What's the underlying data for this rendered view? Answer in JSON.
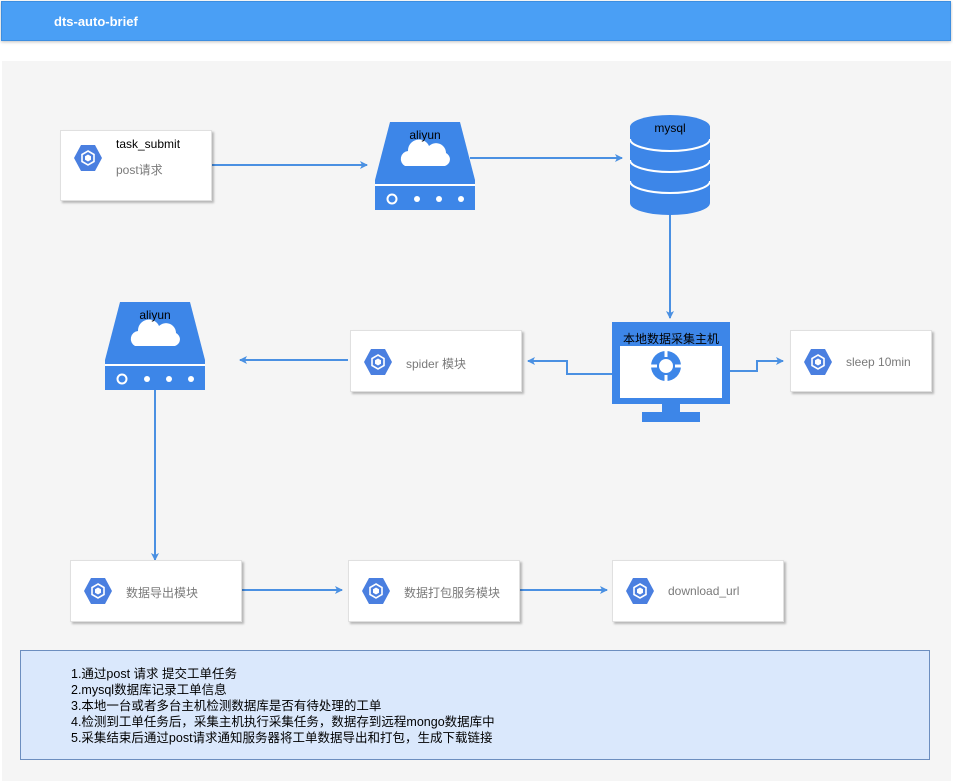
{
  "window": {
    "title": "dts-auto-brief"
  },
  "nodes": {
    "task_submit": {
      "title": "task_submit",
      "subtitle": "post请求"
    },
    "aliyun_top": {
      "label": "aliyun"
    },
    "mysql": {
      "label": "mysql"
    },
    "collector": {
      "label": "本地数据采集主机"
    },
    "aliyun_left": {
      "label": "aliyun"
    },
    "spider": {
      "label": "spider 模块"
    },
    "sleep": {
      "label": "sleep 10min"
    },
    "export": {
      "label": "数据导出模块"
    },
    "pack": {
      "label": "数据打包服务模块"
    },
    "download": {
      "label": "download_url"
    }
  },
  "notes": [
    "1.通过post 请求 提交工单任务",
    "2.mysql数据库记录工单信息",
    "3.本地一台或者多台主机检测数据库是否有待处理的工单",
    "4.检测到工单任务后，采集主机执行采集任务，数据存到远程mongo数据库中",
    "5.采集结束后通过post请求通知服务器将工单数据导出和打包，生成下载链接"
  ],
  "colors": {
    "accent": "#4a90e2",
    "icon_blue": "#3d86e8",
    "hex_blue": "#4a7fe0",
    "titlebar": "#4a9ff5",
    "notes_bg": "#dae8fc",
    "notes_border": "#6c8ebf"
  }
}
